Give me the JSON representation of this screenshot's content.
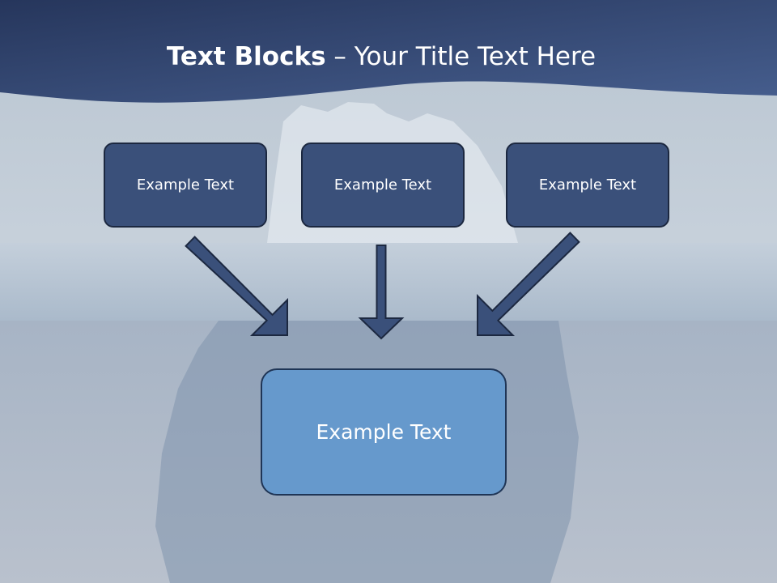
{
  "title": {
    "bold": "Text Blocks",
    "rest": "– Your Title Text Here"
  },
  "boxes": {
    "top": [
      "Example Text",
      "Example Text",
      "Example Text"
    ],
    "bottom": "Example Text"
  },
  "colors": {
    "header_band": "#2c3e66",
    "box_fill": "#3a507a",
    "box_bottom_fill": "#6699cc",
    "arrow_fill": "#3a507a",
    "text": "#ffffff"
  }
}
